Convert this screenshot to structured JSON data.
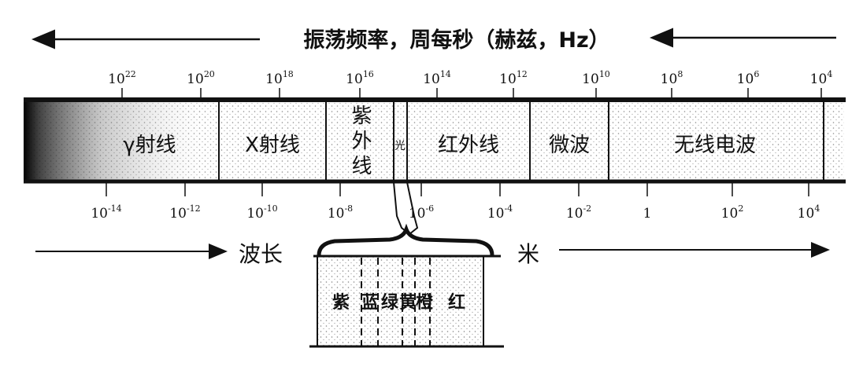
{
  "title": "振荡频率，周每秒（赫兹，Hz）",
  "frequency_ticks": [
    {
      "base": "10",
      "exp": "22"
    },
    {
      "base": "10",
      "exp": "20"
    },
    {
      "base": "10",
      "exp": "18"
    },
    {
      "base": "10",
      "exp": "16"
    },
    {
      "base": "10",
      "exp": "14"
    },
    {
      "base": "10",
      "exp": "12"
    },
    {
      "base": "10",
      "exp": "10"
    },
    {
      "base": "10",
      "exp": "8"
    },
    {
      "base": "10",
      "exp": "6"
    },
    {
      "base": "10",
      "exp": "4"
    }
  ],
  "bands": [
    {
      "label": "γ射线"
    },
    {
      "label": "X射线"
    },
    {
      "label": "紫外线"
    },
    {
      "label": "光"
    },
    {
      "label": "红外线"
    },
    {
      "label": "微波"
    },
    {
      "label": "无线电波"
    }
  ],
  "wavelength_ticks": [
    {
      "base": "10",
      "exp": "-14"
    },
    {
      "base": "10",
      "exp": "-12"
    },
    {
      "base": "10",
      "exp": "-10"
    },
    {
      "base": "10",
      "exp": "-8"
    },
    {
      "base": "10",
      "exp": "-6"
    },
    {
      "base": "10",
      "exp": "-4"
    },
    {
      "base": "10",
      "exp": "-2"
    },
    {
      "base": "1",
      "exp": ""
    },
    {
      "base": "10",
      "exp": "2"
    },
    {
      "base": "10",
      "exp": "4"
    }
  ],
  "wavelength_label": "波长",
  "wavelength_unit": "米",
  "visible_colors": [
    "紫",
    "蓝",
    "绿",
    "黄",
    "橙",
    "红"
  ]
}
